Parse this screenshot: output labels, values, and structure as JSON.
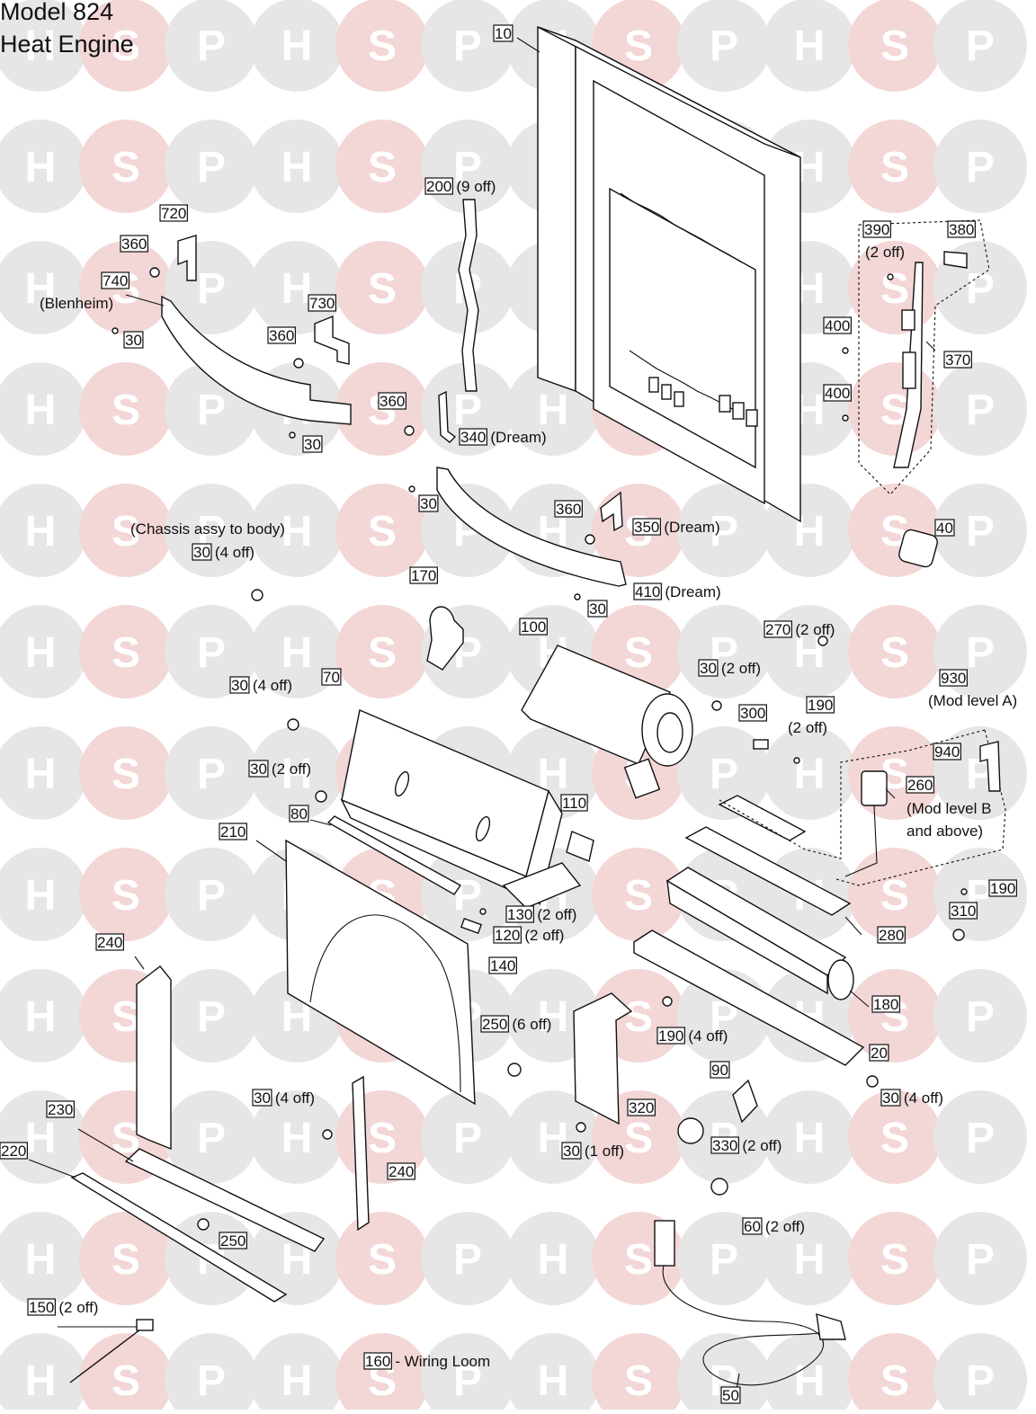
{
  "title": {
    "line1": "Model 824",
    "line2": "Heat Engine"
  },
  "watermark": {
    "letters": [
      "H",
      "S",
      "P"
    ],
    "colors": {
      "H": "#e6e6e6",
      "S": "#f3d6d6",
      "P": "#e6e6e6"
    }
  },
  "callouts": [
    {
      "num": "10",
      "suffix": ""
    },
    {
      "num": "200",
      "suffix": "(9 off)"
    },
    {
      "num": "720",
      "suffix": ""
    },
    {
      "num": "360",
      "suffix": ""
    },
    {
      "num": "740",
      "suffix": ""
    },
    {
      "num": "",
      "suffix": "(Blenheim)"
    },
    {
      "num": "30",
      "suffix": ""
    },
    {
      "num": "730",
      "suffix": ""
    },
    {
      "num": "360",
      "suffix": ""
    },
    {
      "num": "30",
      "suffix": ""
    },
    {
      "num": "360",
      "suffix": ""
    },
    {
      "num": "340",
      "suffix": "(Dream)"
    },
    {
      "num": "390",
      "suffix": ""
    },
    {
      "num": "",
      "suffix": "(2 off)"
    },
    {
      "num": "380",
      "suffix": ""
    },
    {
      "num": "400",
      "suffix": ""
    },
    {
      "num": "400",
      "suffix": ""
    },
    {
      "num": "370",
      "suffix": ""
    },
    {
      "num": "30",
      "suffix": ""
    },
    {
      "num": "360",
      "suffix": ""
    },
    {
      "num": "350",
      "suffix": "(Dream)"
    },
    {
      "num": "",
      "suffix": "(Chassis assy to body)"
    },
    {
      "num": "30",
      "suffix": "(4 off)"
    },
    {
      "num": "40",
      "suffix": ""
    },
    {
      "num": "410",
      "suffix": "(Dream)"
    },
    {
      "num": "30",
      "suffix": ""
    },
    {
      "num": "170",
      "suffix": ""
    },
    {
      "num": "100",
      "suffix": ""
    },
    {
      "num": "270",
      "suffix": "(2 off)"
    },
    {
      "num": "30",
      "suffix": "(2 off)"
    },
    {
      "num": "30",
      "suffix": "(4 off)"
    },
    {
      "num": "70",
      "suffix": ""
    },
    {
      "num": "190",
      "suffix": ""
    },
    {
      "num": "300",
      "suffix": ""
    },
    {
      "num": "",
      "suffix": "(2 off)"
    },
    {
      "num": "930",
      "suffix": ""
    },
    {
      "num": "",
      "suffix": "(Mod level A)"
    },
    {
      "num": "940",
      "suffix": ""
    },
    {
      "num": "30",
      "suffix": "(2 off)"
    },
    {
      "num": "260",
      "suffix": ""
    },
    {
      "num": "",
      "suffix": "(Mod level B"
    },
    {
      "num": "",
      "suffix": "and above)"
    },
    {
      "num": "80",
      "suffix": ""
    },
    {
      "num": "110",
      "suffix": ""
    },
    {
      "num": "210",
      "suffix": ""
    },
    {
      "num": "190",
      "suffix": ""
    },
    {
      "num": "310",
      "suffix": ""
    },
    {
      "num": "130",
      "suffix": "(2 off)"
    },
    {
      "num": "120",
      "suffix": "(2 off)"
    },
    {
      "num": "280",
      "suffix": ""
    },
    {
      "num": "140",
      "suffix": ""
    },
    {
      "num": "240",
      "suffix": ""
    },
    {
      "num": "180",
      "suffix": ""
    },
    {
      "num": "250",
      "suffix": "(6 off)"
    },
    {
      "num": "190",
      "suffix": "(4 off)"
    },
    {
      "num": "20",
      "suffix": ""
    },
    {
      "num": "90",
      "suffix": ""
    },
    {
      "num": "30",
      "suffix": "(4 off)"
    },
    {
      "num": "30",
      "suffix": "(4 off)"
    },
    {
      "num": "230",
      "suffix": ""
    },
    {
      "num": "320",
      "suffix": ""
    },
    {
      "num": "330",
      "suffix": "(2 off)"
    },
    {
      "num": "30",
      "suffix": "(1 off)"
    },
    {
      "num": "220",
      "suffix": ""
    },
    {
      "num": "240",
      "suffix": ""
    },
    {
      "num": "250",
      "suffix": ""
    },
    {
      "num": "60",
      "suffix": "(2 off)"
    },
    {
      "num": "150",
      "suffix": "(2 off)"
    },
    {
      "num": "160",
      "suffix": "- Wiring Loom"
    },
    {
      "num": "50",
      "suffix": ""
    }
  ]
}
